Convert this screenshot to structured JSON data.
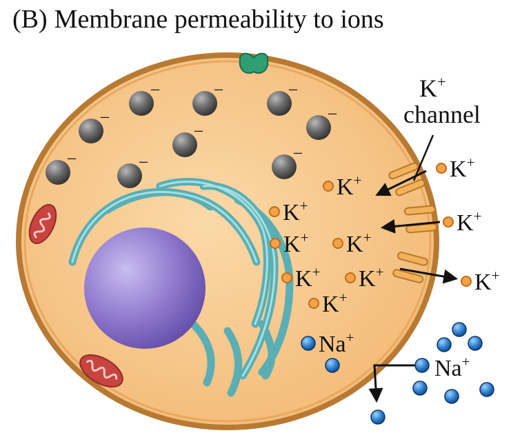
{
  "figure": {
    "panel_label": "(B)",
    "title": "Membrane permeability to ions"
  },
  "labels": {
    "k_ion": "K",
    "na_ion": "Na",
    "plus": "+",
    "minus": "–",
    "channel_label_line1": "K",
    "channel_label_line2": "channel"
  },
  "colors": {
    "cytoplasm": "#f7c68f",
    "membrane": "#c98a3a",
    "nucleus": "#8a72c6",
    "er": "#6cc6c8",
    "mitochondria": "#c8443f",
    "anion": "#555555",
    "k_ion": "#f08a2a",
    "na_ion": "#1a73c2",
    "pump": "#2e9f73"
  },
  "icons": [
    "k-channel-icon",
    "pump-protein-icon",
    "mitochondrion-icon",
    "nucleus-icon",
    "er-icon"
  ]
}
